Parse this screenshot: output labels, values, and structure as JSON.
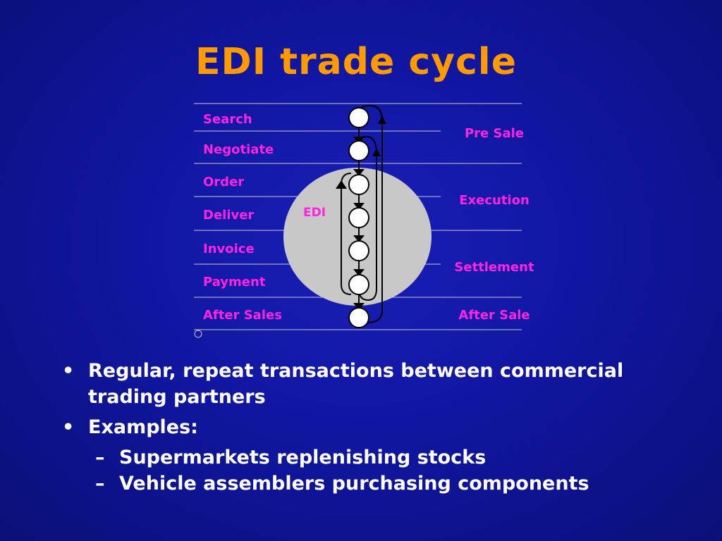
{
  "title": "EDI trade cycle",
  "diagram": {
    "stages": [
      "Search",
      "Negotiate",
      "Order",
      "Deliver",
      "Invoice",
      "Payment",
      "After Sales"
    ],
    "phases": [
      "Pre Sale",
      "Execution",
      "Settlement",
      "After Sale"
    ],
    "edi_label": "EDI",
    "colors": {
      "label": "#ff22e0",
      "title": "#ff9a00",
      "edi_circle": "#c8c8c8"
    }
  },
  "bullets": [
    {
      "text": "Regular, repeat transactions between commercial trading partners",
      "marker": "•"
    },
    {
      "text": "Examples:",
      "marker": "•",
      "sub": [
        {
          "text": "Supermarkets replenishing stocks",
          "marker": "–"
        },
        {
          "text": "Vehicle assemblers purchasing components",
          "marker": "–"
        }
      ]
    }
  ]
}
